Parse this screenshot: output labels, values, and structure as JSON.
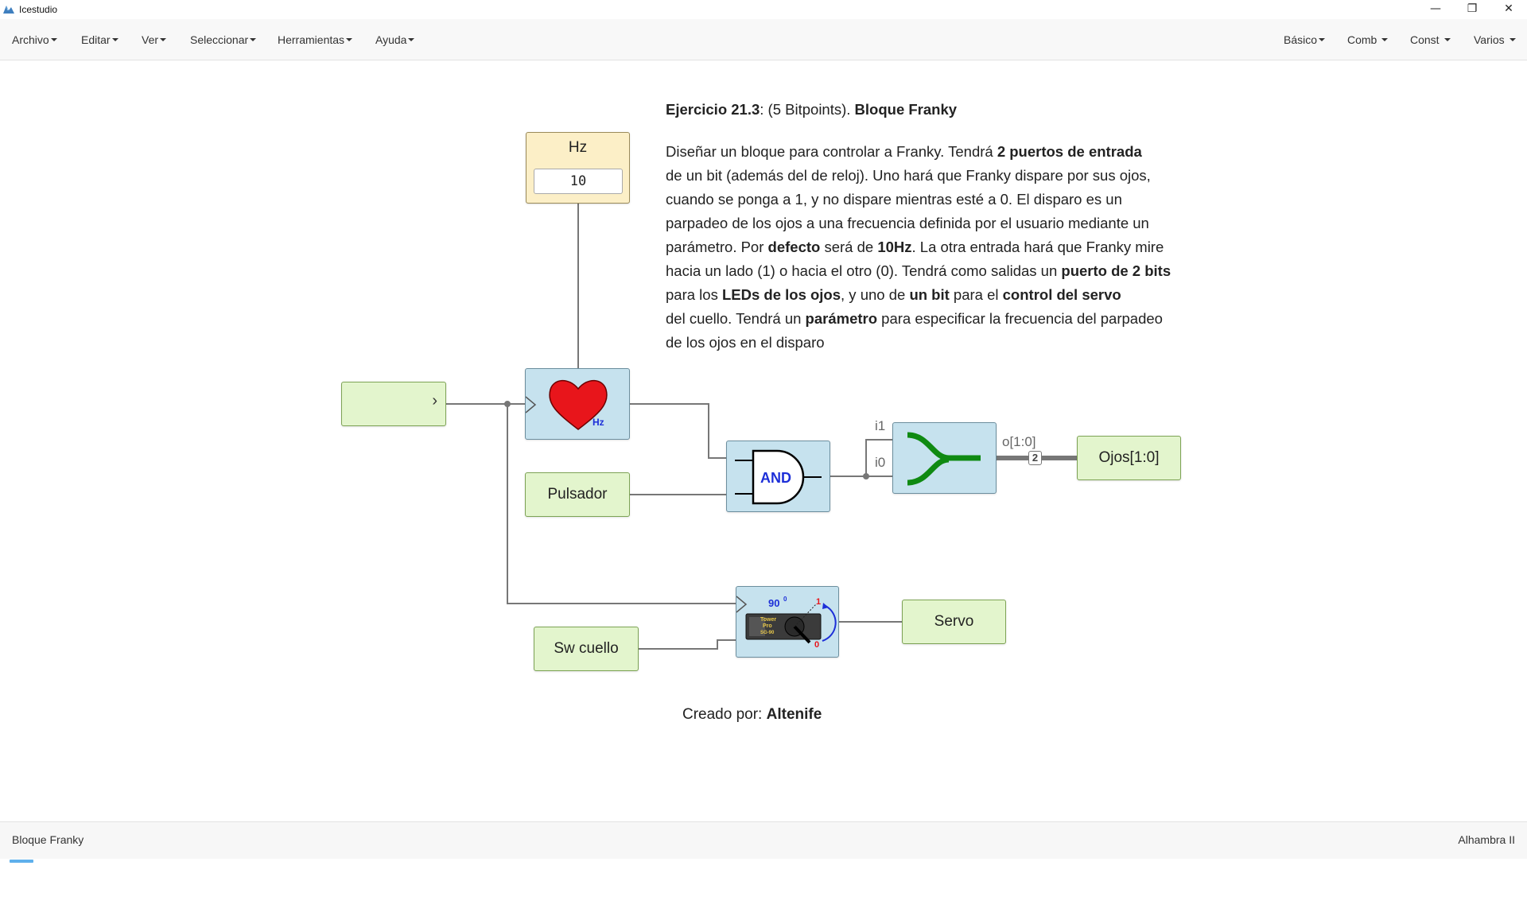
{
  "window": {
    "title": "Icestudio",
    "minimize": "—",
    "restore": "❐",
    "close": "✕"
  },
  "menu": {
    "archivo": "Archivo",
    "editar": "Editar",
    "ver": "Ver",
    "seleccionar": "Seleccionar",
    "herramientas": "Herramientas",
    "ayuda": "Ayuda",
    "basico": "Básico",
    "comb": "Comb",
    "const": "Const",
    "varios": "Varios"
  },
  "info": {
    "title_bold": "Ejercicio 21.3",
    "title_mid": ": (5 Bitpoints). ",
    "title_name": "Bloque Franky",
    "l1a": "Diseñar un bloque para controlar a Franky. Tendrá ",
    "l1b": "2 puertos de entrada",
    "l2": "de un bit (además del de reloj). Uno hará que Franky dispare por sus ojos,",
    "l3": "cuando se ponga a 1, y no dispare mientras esté a 0. El disparo es un",
    "l4": "parpadeo de los ojos a una frecuencia definida por el usuario mediante un",
    "l5a": "parámetro. Por ",
    "l5b": "defecto",
    "l5c": " será de ",
    "l5d": "10Hz",
    "l5e": ". La otra entrada hará que Franky mire",
    "l6a": "hacia un lado (1) o hacia el otro (0). Tendrá como salidas un ",
    "l6b": "puerto de 2 bits",
    "l7a": "para los ",
    "l7b": "LEDs de los ojos",
    "l7c": ", y uno de ",
    "l7d": "un bit",
    "l7e": " para el ",
    "l7f": "control del servo",
    "l8a": "del cuello. Tendrá un ",
    "l8b": "parámetro",
    "l8c": " para especificar la frecuencia del parpadeo",
    "l9": "de los ojos en el disparo"
  },
  "blocks": {
    "hz_label": "Hz",
    "hz_value": "10",
    "clock_arrow": "›",
    "heart_unit": "Hz",
    "pulsador": "Pulsador",
    "and_label": "AND",
    "ojos": "Ojos[1:0]",
    "sw_cuello": "Sw cuello",
    "servo": "Servo",
    "servo_deg": "90",
    "servo_deg_sup": "0",
    "servo_one": "1",
    "servo_zero": "0",
    "servo_brand1": "Tower",
    "servo_brand2": "Pro",
    "servo_brand3": "SG-90",
    "port_i1": "i1",
    "port_i0": "i0",
    "port_o": "o[1:0]",
    "bus_width": "2"
  },
  "credit": {
    "prefix": "Creado por: ",
    "author": "Altenife"
  },
  "footer": {
    "left": "Bloque Franky",
    "right": "Alhambra II"
  },
  "colors": {
    "io_block": "#e3f5cd",
    "logic_block": "#c6e2ee",
    "param_block": "#fcefc7",
    "heart": "#e8151b",
    "and_text": "#1d2fd8",
    "join_arrow": "#0f8a12",
    "hamburger": "#5eb0ec"
  }
}
